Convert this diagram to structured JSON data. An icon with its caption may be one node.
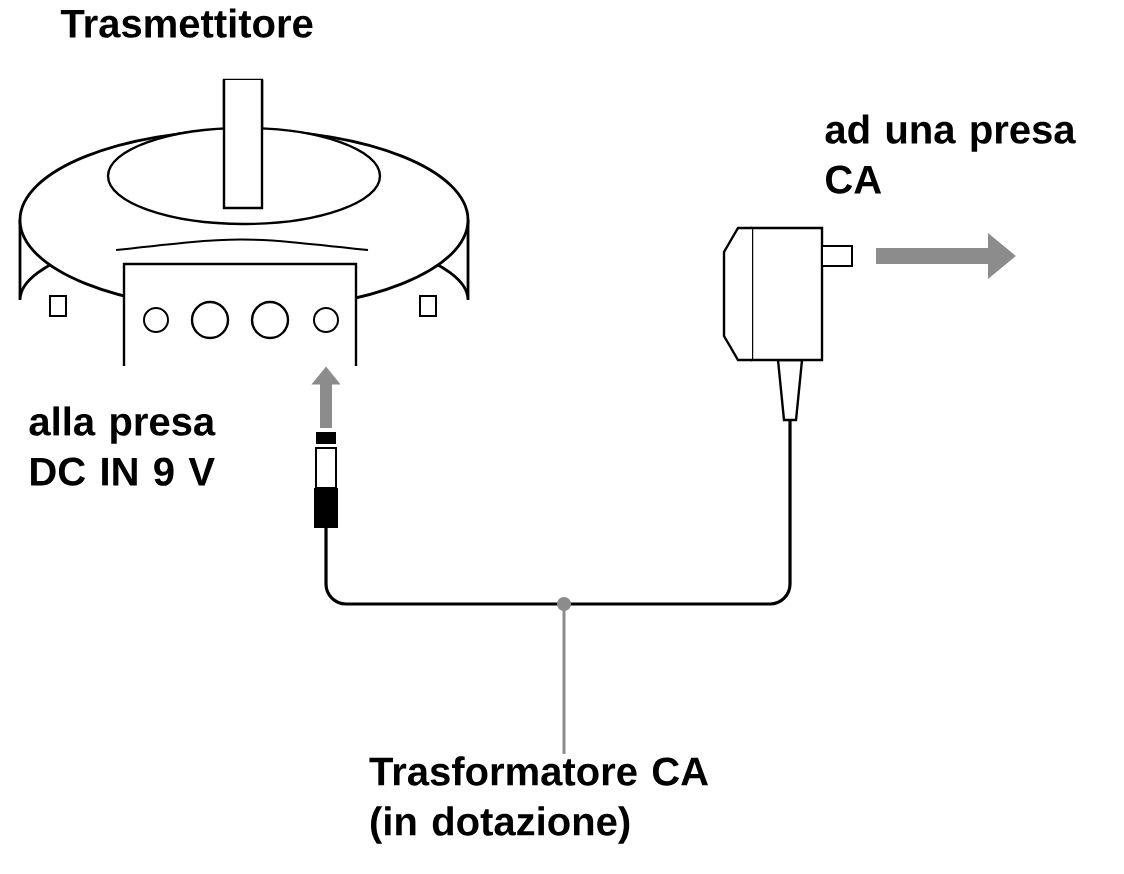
{
  "diagram": {
    "nodes": [
      {
        "text": [],
        "shape": "picture",
        "beside": [
          "Trasmettitore"
        ]
      },
      {
        "text": [
          "Trasformatore CA (in dotazione)"
        ]
      }
    ],
    "edges": [
      {
        "from": null,
        "to": 0,
        "arrow": "to",
        "style": "thick",
        "color": "#8c8c8c"
      },
      {
        "from": 1,
        "to": null,
        "arrow": "other",
        "color": "#8c8c8c"
      }
    ],
    "labels": [
      "alla presa DC IN 9 V",
      "ad una presa CA"
    ]
  }
}
